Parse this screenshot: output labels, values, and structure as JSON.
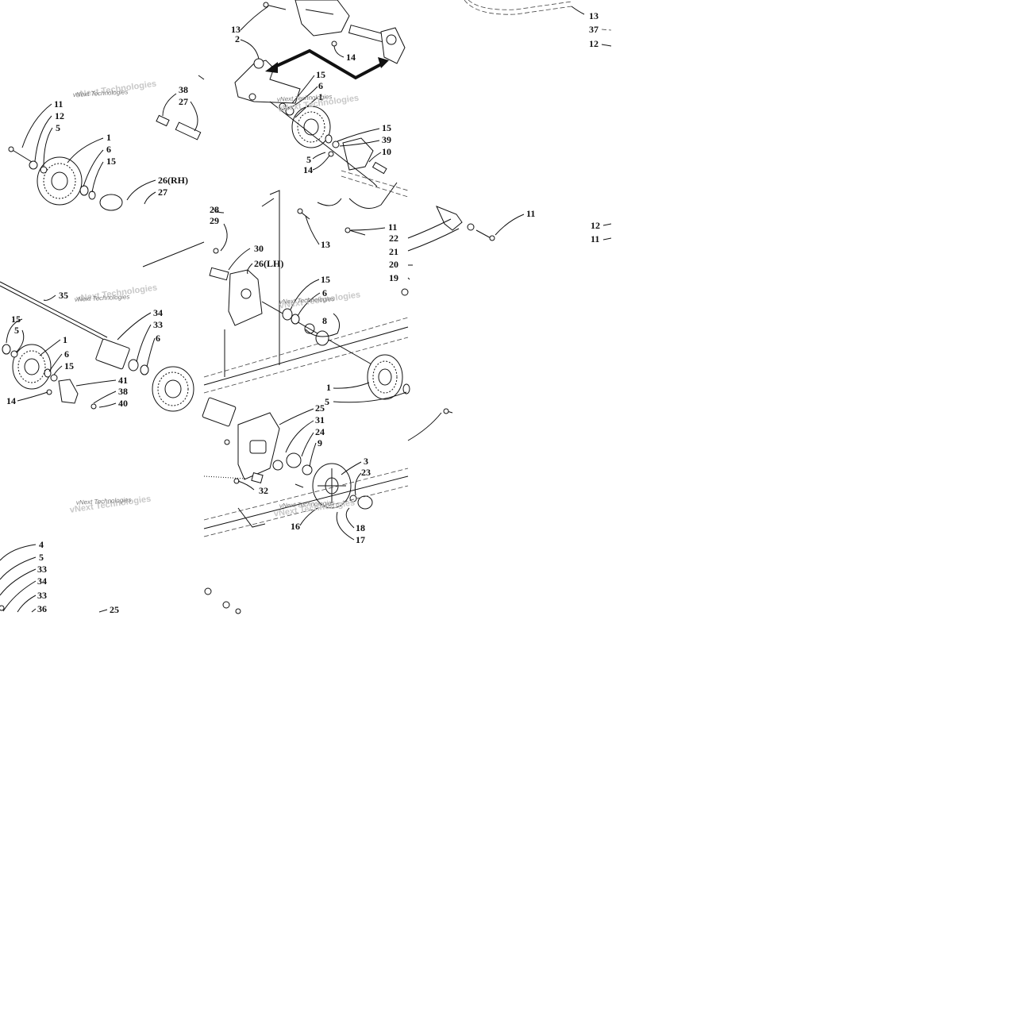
{
  "diagram": {
    "watermark": "vNext Technologies",
    "callouts": [
      "13",
      "2",
      "14",
      "15",
      "6",
      "1",
      "15",
      "39",
      "5",
      "14",
      "10",
      "13",
      "37",
      "12",
      "38",
      "27",
      "11",
      "12",
      "5",
      "1",
      "6",
      "15",
      "26(RH)",
      "27",
      "11",
      "12",
      "11",
      "28",
      "29",
      "13",
      "11",
      "22",
      "21",
      "20",
      "19",
      "30",
      "26(LH)",
      "15",
      "6",
      "8",
      "35",
      "15",
      "5",
      "34",
      "33",
      "6",
      "1",
      "6",
      "15",
      "41",
      "38",
      "40",
      "14",
      "1",
      "5",
      "25",
      "31",
      "24",
      "9",
      "3",
      "23",
      "32",
      "16",
      "18",
      "17",
      "4",
      "5",
      "33",
      "34",
      "33",
      "36",
      "25"
    ]
  },
  "colors": {
    "ink": "#111111",
    "paper": "#ffffff",
    "watermark": "#777777"
  }
}
